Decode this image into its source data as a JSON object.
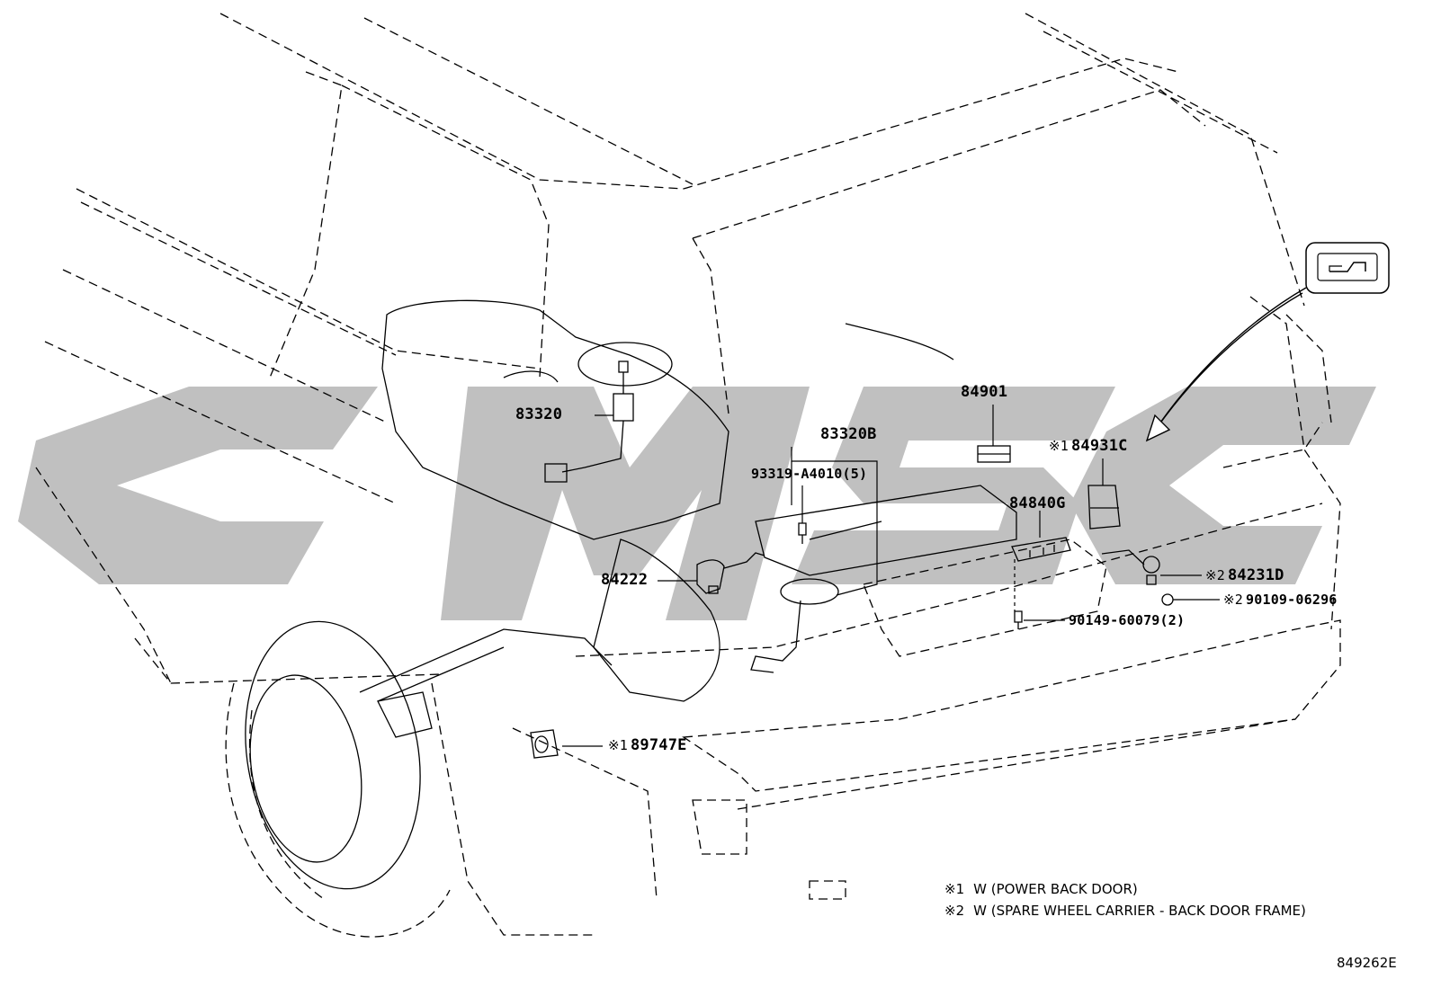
{
  "watermark": {
    "text": "CMS",
    "color": "#bdbdbd"
  },
  "parts": [
    {
      "id": "p83320",
      "mark": "",
      "number": "83320"
    },
    {
      "id": "p83320b",
      "mark": "",
      "number": "83320B"
    },
    {
      "id": "p93319",
      "mark": "",
      "number": "93319-A4010(5)"
    },
    {
      "id": "p84901",
      "mark": "",
      "number": "84901"
    },
    {
      "id": "p84931c",
      "mark": "※1",
      "number": "84931C"
    },
    {
      "id": "p84840g",
      "mark": "",
      "number": "84840G"
    },
    {
      "id": "p84222",
      "mark": "",
      "number": "84222"
    },
    {
      "id": "p84231d",
      "mark": "※2",
      "number": "84231D"
    },
    {
      "id": "p90109",
      "mark": "※2",
      "number": "90109-06296"
    },
    {
      "id": "p90149",
      "mark": "",
      "number": "90149-60079(2)"
    },
    {
      "id": "p89747e",
      "mark": "※1",
      "number": "89747E"
    }
  ],
  "notes": [
    {
      "mark": "※1",
      "text": "W (POWER BACK DOOR)"
    },
    {
      "mark": "※2",
      "text": "W (SPARE WHEEL CARRIER - BACK DOOR FRAME)"
    }
  ],
  "illustration_number": "849262E",
  "icons": [
    "power-back-door-switch-icon"
  ],
  "colors": {
    "line": "#000000",
    "background": "#ffffff",
    "watermark": "#bdbdbd"
  }
}
